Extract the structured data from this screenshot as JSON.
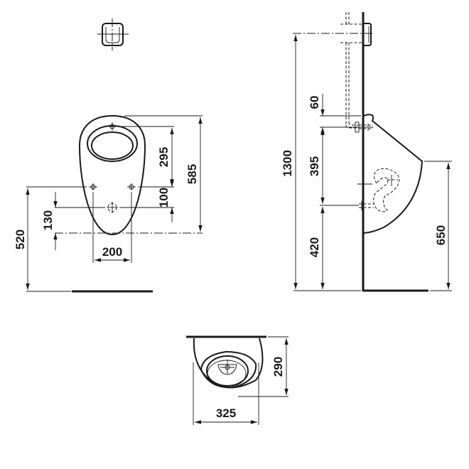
{
  "drawing": {
    "type": "technical-dimension-drawing",
    "views": {
      "front": {
        "label": "front-view",
        "dimensions": {
          "flush_to_inlet": "295",
          "inlet_to_fixing": "100",
          "overall_height": "585",
          "fixing_to_outlet": "130",
          "fixing_height_from_floor": "520",
          "fixing_spacing": "200"
        }
      },
      "side": {
        "label": "side-view",
        "dimensions": {
          "inlet_offset": "60",
          "inlet_to_outlet": "395",
          "outlet_height": "420",
          "flush_height": "1300",
          "rim_height": "650"
        }
      },
      "top": {
        "label": "top-view",
        "dimensions": {
          "depth": "290",
          "width": "325"
        }
      }
    },
    "colors": {
      "line": "#1a1a1a",
      "background": "#ffffff"
    }
  }
}
